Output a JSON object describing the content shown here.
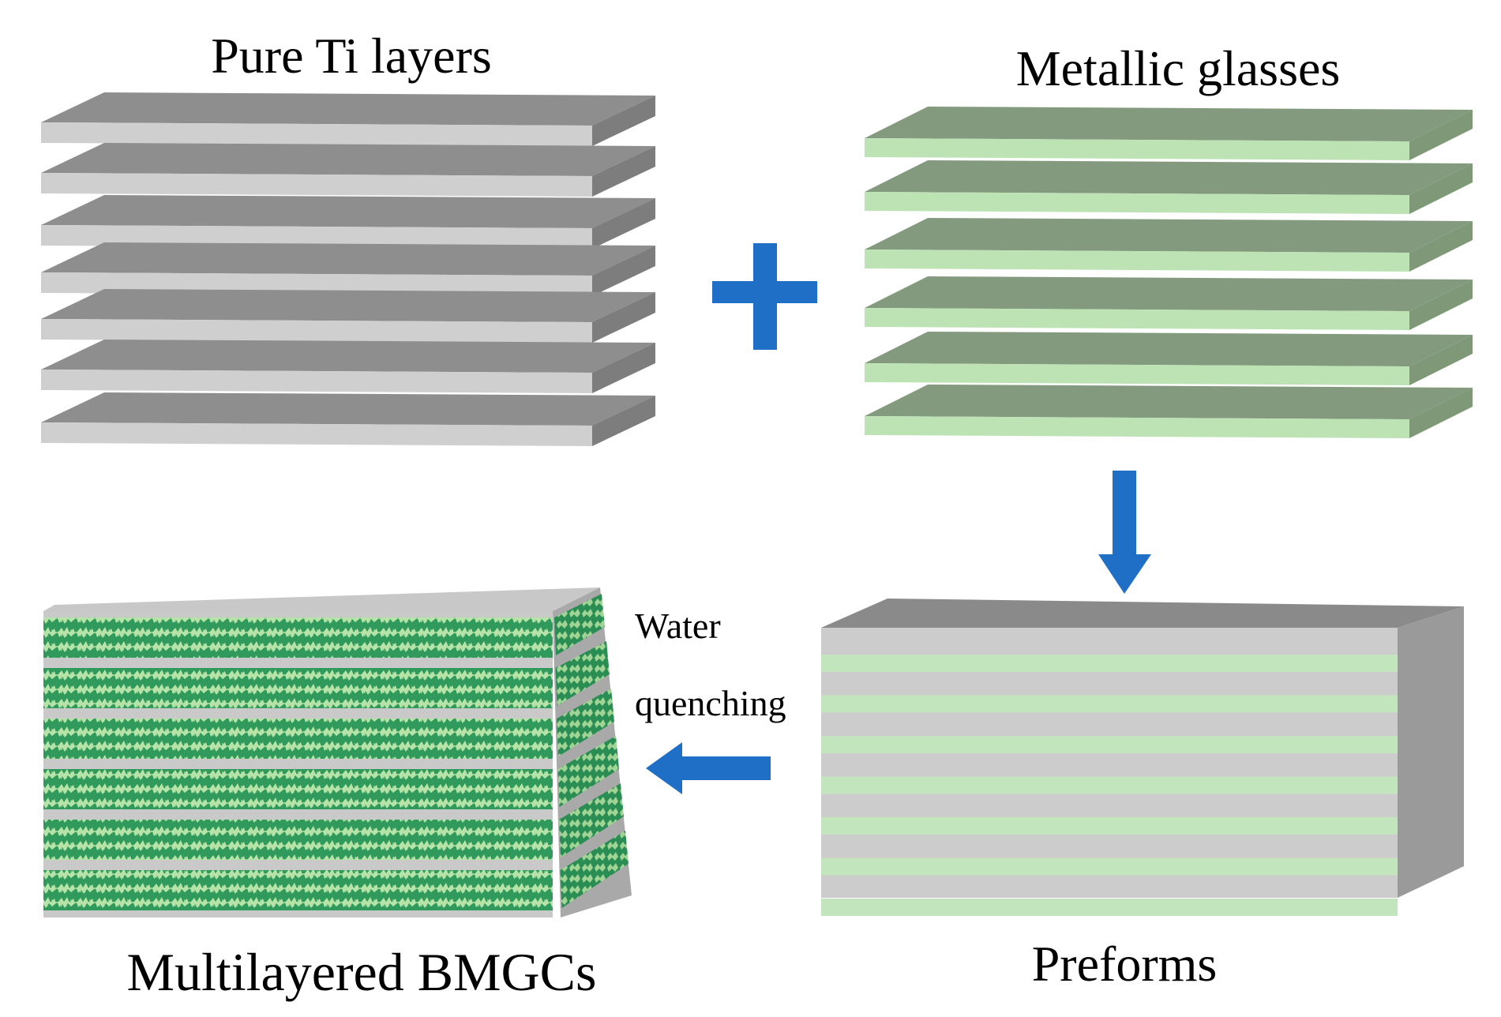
{
  "labels": {
    "ti_layers": "Pure Ti layers",
    "metallic_glasses": "Metallic glasses",
    "water_line1": "Water",
    "water_line2": "quenching",
    "bmgc": "Multilayered BMGCs",
    "preforms": "Preforms"
  },
  "colors": {
    "ti_top": "#8e8e8e",
    "ti_front": "#cfcfcf",
    "ti_side": "#7d7d7d",
    "mg_top": "#849a7e",
    "mg_front": "#bde3b5",
    "mg_side": "#7e9878",
    "preform_gray": "#cccccc",
    "preform_green": "#c3e5bd",
    "preform_top": "#8a8a8a",
    "preform_side": "#9a9a9a",
    "bmgc_dark": "#2f9a5c",
    "bmgc_light": "#b6e3a7",
    "arrow": "#1f6fc7"
  },
  "icons": {
    "plus": "plus-icon",
    "down_arrow": "arrow-down-icon",
    "left_arrow": "arrow-left-icon"
  }
}
